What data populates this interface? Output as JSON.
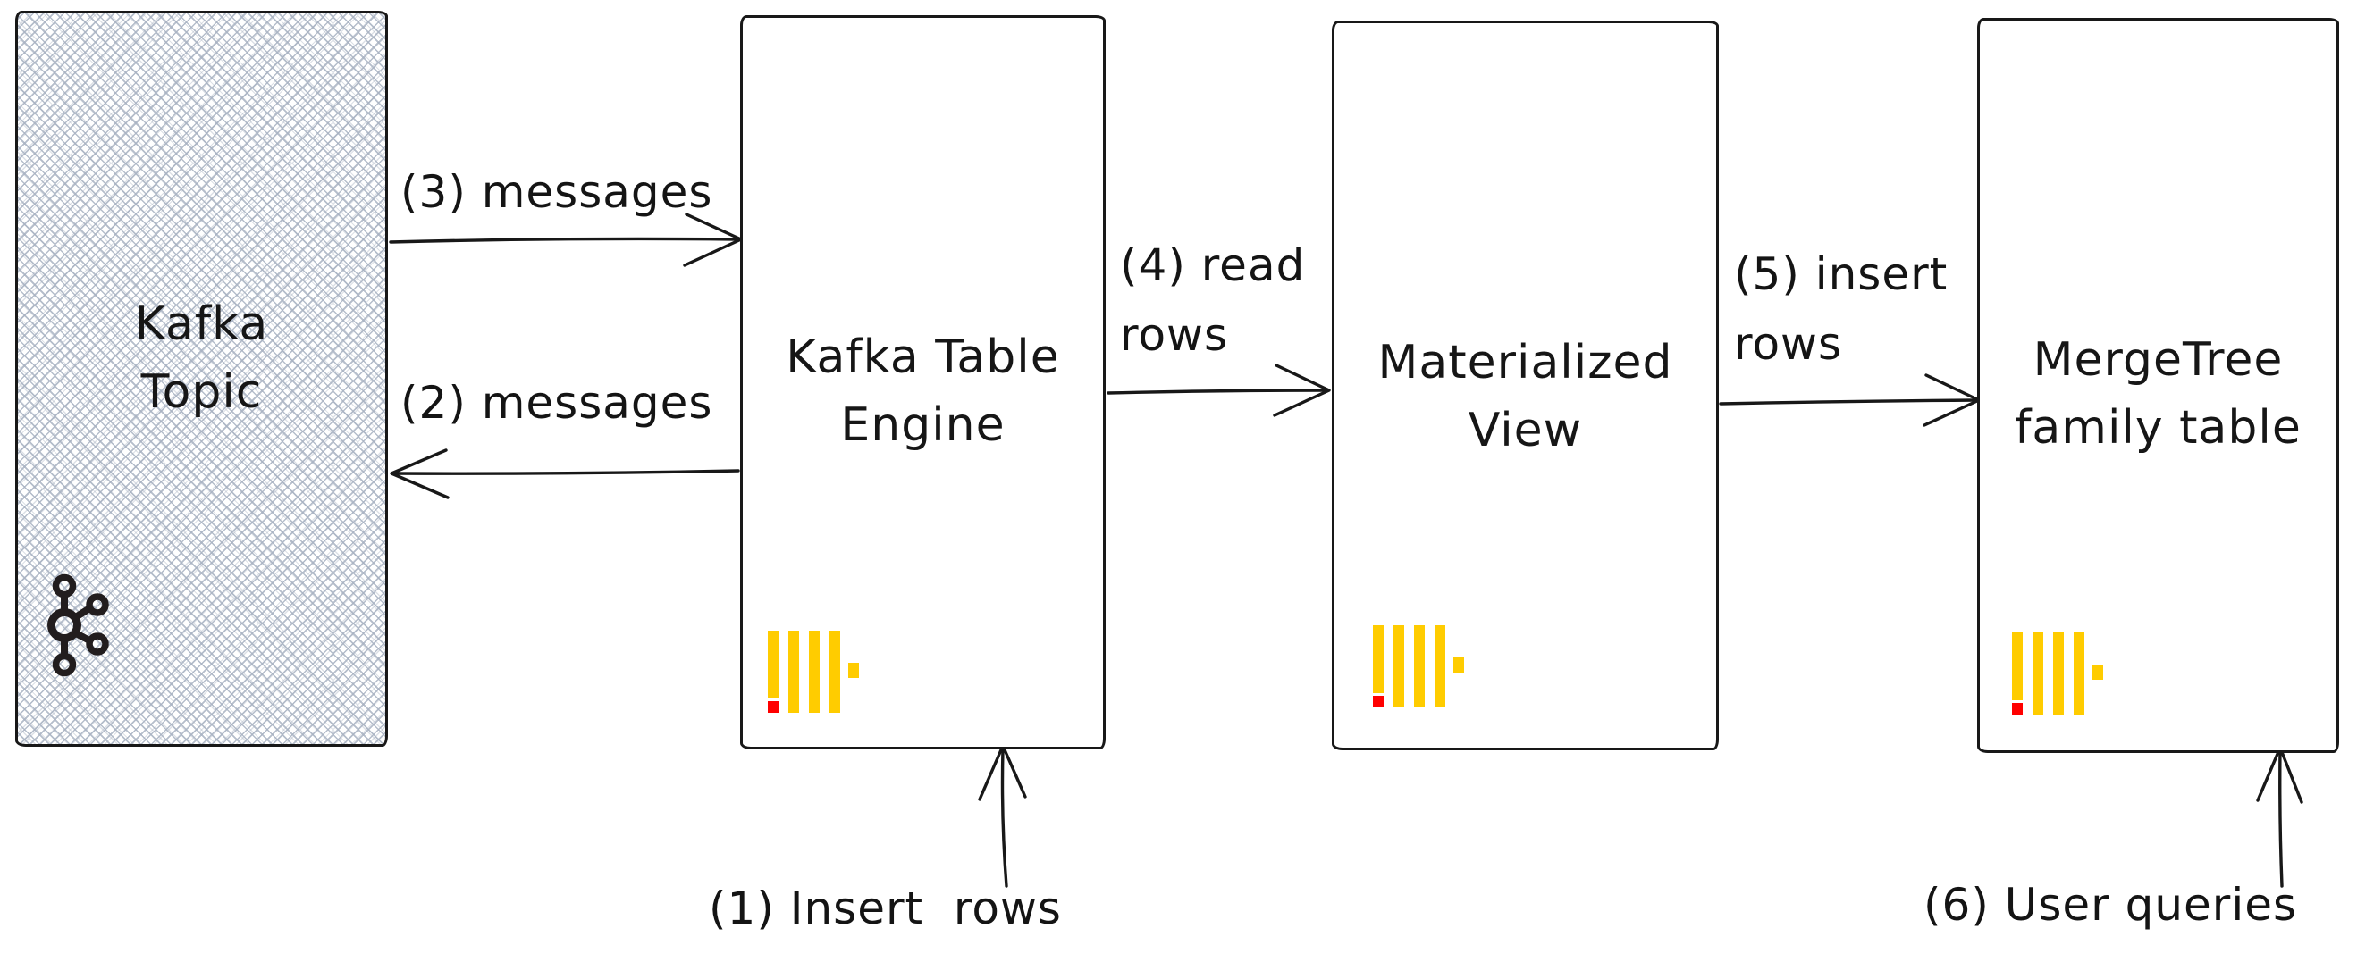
{
  "diagram": {
    "style": {
      "background": "#ffffff",
      "stroke_color": "#181818",
      "text_color": "#161616",
      "hatch_color": "#a8b2c2",
      "clickhouse_yellow": "#ffcc00",
      "clickhouse_red": "#ff0000",
      "kafka_logo_color": "#221d1e"
    },
    "nodes": [
      {
        "id": "kafka-topic",
        "title": "Kafka\nTopic",
        "icon": "kafka-icon",
        "fill": "cross-hatch"
      },
      {
        "id": "kafka-table-engine",
        "title": "Kafka Table\nEngine",
        "icon": "clickhouse-icon",
        "fill": "white"
      },
      {
        "id": "materialized-view",
        "title": "Materialized\nView",
        "icon": "clickhouse-icon",
        "fill": "white"
      },
      {
        "id": "mergetree-family-table",
        "title": "MergeTree\nfamily table",
        "icon": "clickhouse-icon",
        "fill": "white"
      }
    ],
    "edges": [
      {
        "id": "1",
        "label": "(1) Insert  rows",
        "from": "external",
        "to": "kafka-table-engine",
        "direction": "up"
      },
      {
        "id": "2",
        "label": "(2) messages",
        "from": "kafka-table-engine",
        "to": "kafka-topic",
        "direction": "left"
      },
      {
        "id": "3",
        "label": "(3) messages",
        "from": "kafka-topic",
        "to": "kafka-table-engine",
        "direction": "right"
      },
      {
        "id": "4",
        "label": "(4) read\nrows",
        "from": "kafka-table-engine",
        "to": "materialized-view",
        "direction": "right"
      },
      {
        "id": "5",
        "label": "(5) insert\nrows",
        "from": "materialized-view",
        "to": "mergetree-family-table",
        "direction": "right"
      },
      {
        "id": "6",
        "label": "(6) User queries",
        "from": "external",
        "to": "mergetree-family-table",
        "direction": "up"
      }
    ]
  }
}
